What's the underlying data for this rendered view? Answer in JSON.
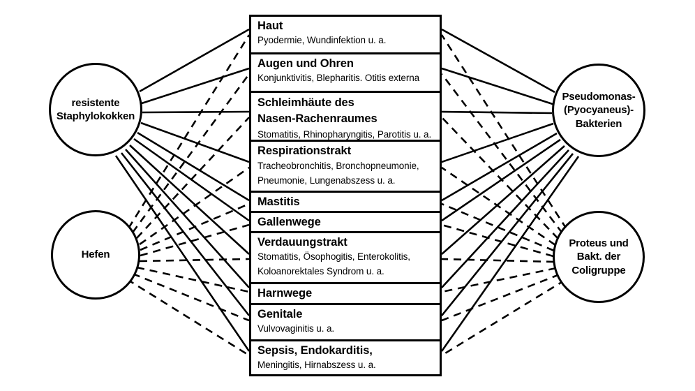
{
  "diagram": {
    "type": "bipartite-association-diagram",
    "line_color": "#000000",
    "background_color": "#ffffff",
    "solid_line_meaning": "solid connector",
    "dashed_line_meaning": "dashed connector"
  },
  "organisms": {
    "left": [
      {
        "id": "staph",
        "label": "resistente\nStaphylokokken",
        "line_style": "solid"
      },
      {
        "id": "yeast",
        "label": "Hefen",
        "line_style": "dashed"
      }
    ],
    "right": [
      {
        "id": "pseudo",
        "label": "Pseudomonas-\n(Pyocyaneus)-\nBakterien",
        "line_style": "solid"
      },
      {
        "id": "coli",
        "label": "Proteus und\nBakt. der\nColigruppe",
        "line_style": "dashed"
      }
    ]
  },
  "sites": [
    {
      "title": "Haut",
      "detail": "Pyodermie, Wundinfektion u. a."
    },
    {
      "title": "Augen und Ohren",
      "detail": "Konjunktivitis, Blepharitis. Otitis externa"
    },
    {
      "title": "Schleimhäute des\nNasen-Rachenraumes",
      "detail": "Stomatitis, Rhinopharyngitis, Parotitis u. a."
    },
    {
      "title": "Respirationstrakt",
      "detail": "Tracheobronchitis, Bronchopneumonie,\nPneumonie, Lungenabszess u. a."
    },
    {
      "title": "Mastitis",
      "detail": ""
    },
    {
      "title": "Gallenwege",
      "detail": ""
    },
    {
      "title": "Verdauungstrakt",
      "detail": "Stomatitis, Ösophogitis, Enterokolitis,\nKoloanorektales Syndrom u. a."
    },
    {
      "title": "Harnwege",
      "detail": ""
    },
    {
      "title": "Genitale",
      "detail": "Vulvovaginitis u. a."
    },
    {
      "title": "Sepsis, Endokarditis,",
      "detail": "Meningitis, Hirnabszess u. a."
    }
  ]
}
